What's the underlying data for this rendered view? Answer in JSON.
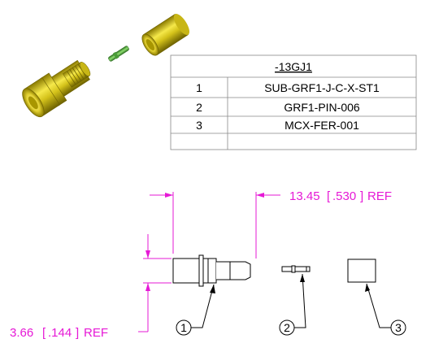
{
  "bom": {
    "header": "-13GJ1",
    "rows": [
      {
        "item": "1",
        "part": "SUB-GRF1-J-C-X-ST1"
      },
      {
        "item": "2",
        "part": "GRF1-PIN-006"
      },
      {
        "item": "3",
        "part": "MCX-FER-001"
      }
    ]
  },
  "dimensions": {
    "length": {
      "metric": "13.45",
      "imperial": ".530",
      "suffix": "REF"
    },
    "diameter": {
      "metric": "3.66",
      "imperial": ".144",
      "suffix": "REF"
    }
  },
  "balloons": [
    "1",
    "2",
    "3"
  ],
  "colors": {
    "gold": "#d4c21a",
    "gold_dark": "#8a7a00",
    "pin_green": "#5fb845",
    "dimension": "#e619d6"
  }
}
